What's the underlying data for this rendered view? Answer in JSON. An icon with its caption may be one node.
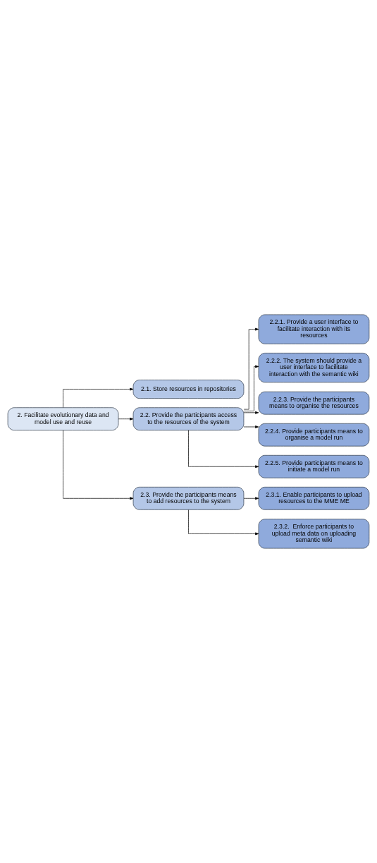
{
  "diagram": {
    "nodes": [
      {
        "text": [
          "2. Facilitate evolutionary data and model use and reuse"
        ]
      },
      {
        "text": [
          "2.1. Store resources in repositories"
        ]
      },
      {
        "text": [
          "2.2. Provide the participants access to the resources of the system"
        ]
      },
      {
        "text": [
          "2.2.1. Provide a user interface to facilitate interaction with its resources"
        ]
      },
      {
        "text": [
          "2.2.2. The system should provide a user interface to facilitate interaction with the semantic wiki"
        ]
      },
      {
        "text": [
          "2.2.3. Provide the participants means to organise the resources"
        ]
      },
      {
        "text": [
          "2.2.4. Provide participants means to organise a model run"
        ]
      },
      {
        "text": [
          "2.2.5. Provide participants means to initiate a model run"
        ]
      },
      {
        "text": [
          "2.3. Provide the participants means to add resources to the system"
        ]
      },
      {
        "text": [
          "2.3.1. Enable participants to upload resources to the MME ME"
        ]
      },
      {
        "text": [
          "2.3.2.  Enforce participants to upload meta data on uploading semantic wiki"
        ]
      }
    ],
    "edges": [
      {
        "from": 0,
        "to": 1,
        "arrow": "to"
      },
      {
        "from": 0,
        "to": 2,
        "arrow": "to"
      },
      {
        "from": 2,
        "to": 3,
        "arrow": "to"
      },
      {
        "from": 2,
        "to": 4,
        "arrow": "to"
      },
      {
        "from": 2,
        "to": 5,
        "arrow": "to"
      },
      {
        "from": 2,
        "to": 6,
        "arrow": "to"
      },
      {
        "from": 2,
        "to": 7,
        "arrow": "to"
      },
      {
        "from": 0,
        "to": 8,
        "arrow": "to"
      },
      {
        "from": 8,
        "to": 9,
        "arrow": "to"
      },
      {
        "from": 8,
        "to": 10,
        "arrow": "to"
      }
    ]
  }
}
